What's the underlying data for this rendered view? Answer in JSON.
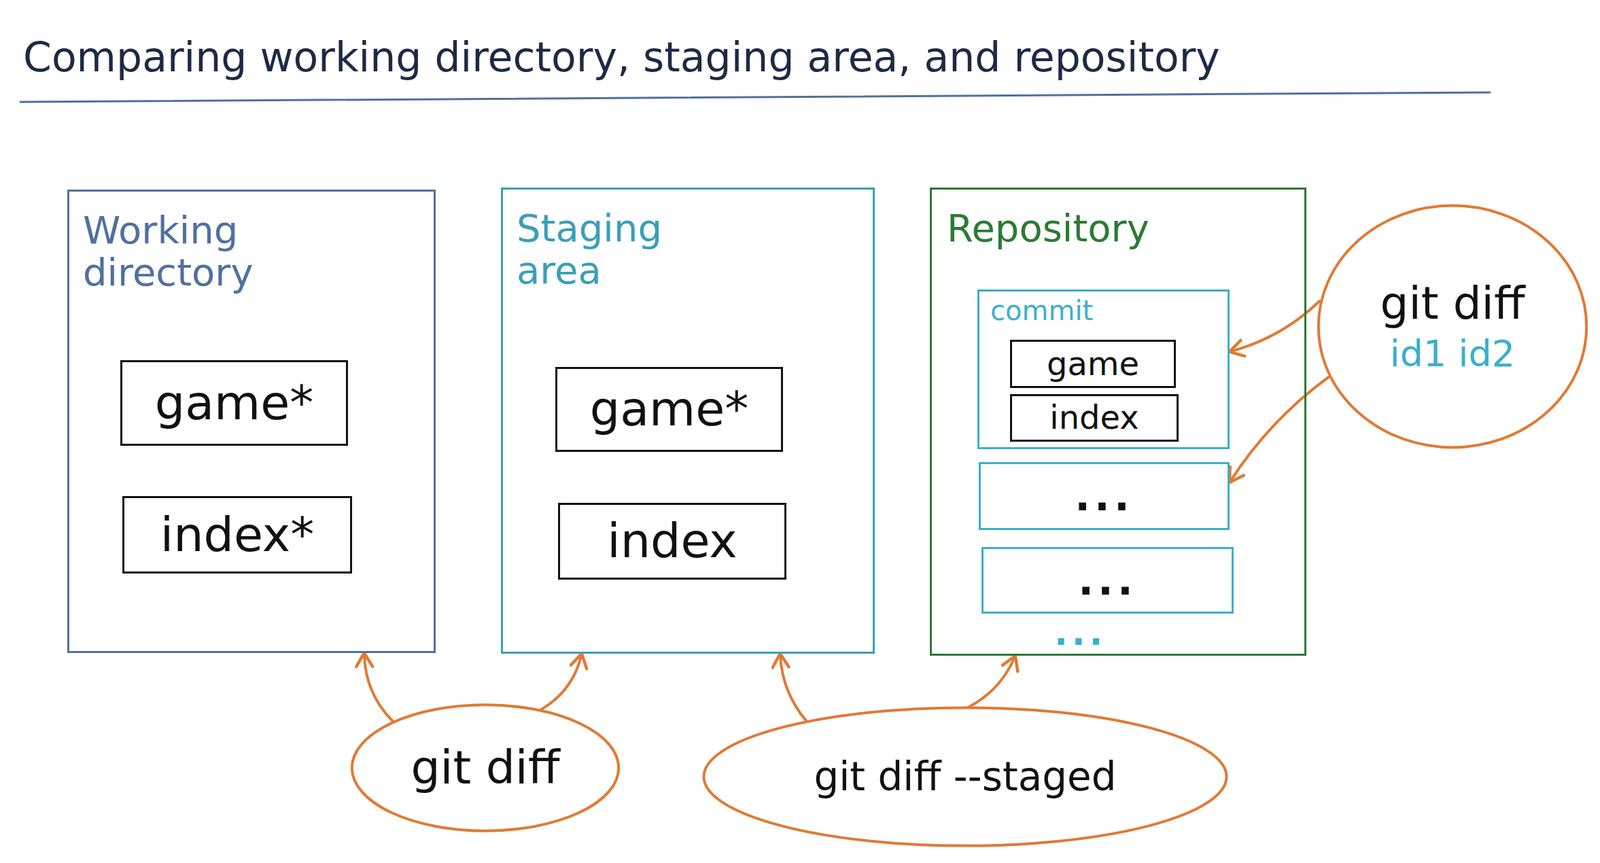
{
  "diagram": {
    "title": "Comparing working directory, staging area, and repository",
    "nodes": [
      {
        "text": [
          "Working directory"
        ]
      },
      {
        "text": [
          "game*"
        ],
        "in": 0
      },
      {
        "text": [
          "index*"
        ],
        "in": 0
      },
      {
        "text": [
          "Staging area"
        ]
      },
      {
        "text": [
          "game*"
        ],
        "in": 3
      },
      {
        "text": [
          "index"
        ],
        "in": 3
      },
      {
        "text": [
          "Repository"
        ]
      },
      {
        "text": [
          "commit"
        ],
        "in": 6
      },
      {
        "text": [
          "game"
        ],
        "in": 7
      },
      {
        "text": [
          "index"
        ],
        "in": 7
      },
      {
        "text": [
          "..."
        ],
        "in": 6
      },
      {
        "text": [
          "..."
        ],
        "in": 6
      },
      {
        "text": [
          "git diff",
          "id1 id2"
        ]
      },
      {
        "text": [
          "git diff"
        ]
      },
      {
        "text": [
          "git diff --staged"
        ]
      }
    ],
    "edges": [
      {
        "from": 13,
        "to": 0,
        "arrow": "to"
      },
      {
        "from": 13,
        "to": 3,
        "arrow": "to"
      },
      {
        "from": 14,
        "to": 3,
        "arrow": "to"
      },
      {
        "from": 14,
        "to": 6,
        "arrow": "to"
      },
      {
        "from": 12,
        "to": 7,
        "arrow": "to"
      },
      {
        "from": 12,
        "to": 10,
        "arrow": "to"
      }
    ],
    "labels": [
      "..."
    ]
  }
}
